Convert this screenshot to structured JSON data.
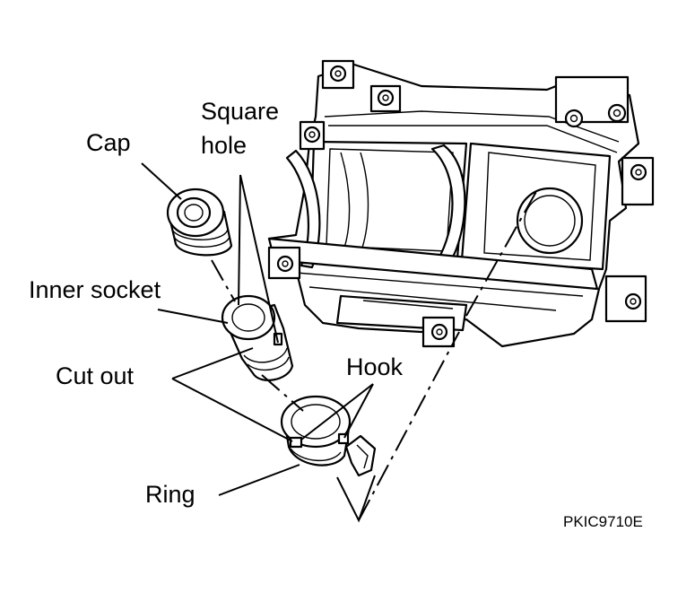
{
  "labels": {
    "cap": "Cap",
    "square_hole_line1": "Square",
    "square_hole_line2": "hole",
    "inner_socket": "Inner socket",
    "cut_out": "Cut out",
    "hook": "Hook",
    "ring": "Ring"
  },
  "figure_code": "PKIC9710E"
}
